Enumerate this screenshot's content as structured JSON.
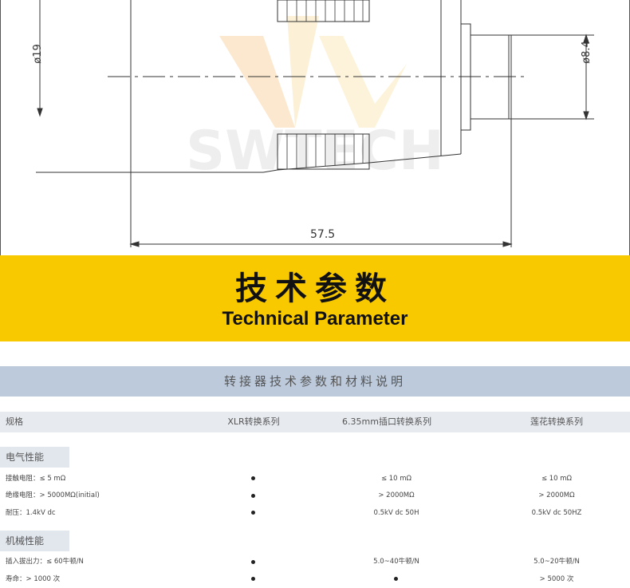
{
  "drawing": {
    "dim_left": "ø19",
    "dim_right": "ø8.4",
    "dim_length": "57.5",
    "watermark": "SWTECH"
  },
  "banner": {
    "title_cn": "技术参数",
    "title_en": "Technical Parameter"
  },
  "table": {
    "title": "转接器技术参数和材料说明",
    "columns": [
      "规格",
      "XLR转换系列",
      "6.35mm插口转换系列",
      "莲花转换系列"
    ],
    "sections": [
      {
        "label": "电气性能",
        "rows": [
          {
            "spec": "接触电阻：≤ 5 mΩ",
            "xlr": "●",
            "jack": "≤ 10 mΩ",
            "rca": "≤ 10 mΩ"
          },
          {
            "spec": "绝缘电阻：> 5000MΩ(initial)",
            "xlr": "●",
            "jack": "> 2000MΩ",
            "rca": "> 2000MΩ"
          },
          {
            "spec": "耐压：1.4kV dc",
            "xlr": "●",
            "jack": "0.5kV dc   50H",
            "rca": "0.5kV dc   50HZ"
          }
        ]
      },
      {
        "label": "机械性能",
        "rows": [
          {
            "spec": "插入拔出力：≤ 60牛顿/N",
            "xlr": "●",
            "jack": "5.0~40牛顿/N",
            "rca": "5.0~20牛顿/N"
          },
          {
            "spec": "寿命：> 1000  次",
            "xlr": "●",
            "jack": "●",
            "rca": "> 5000 次"
          }
        ]
      }
    ]
  },
  "colors": {
    "banner": "#f9c900",
    "table_title_bg": "#bccadc"
  }
}
